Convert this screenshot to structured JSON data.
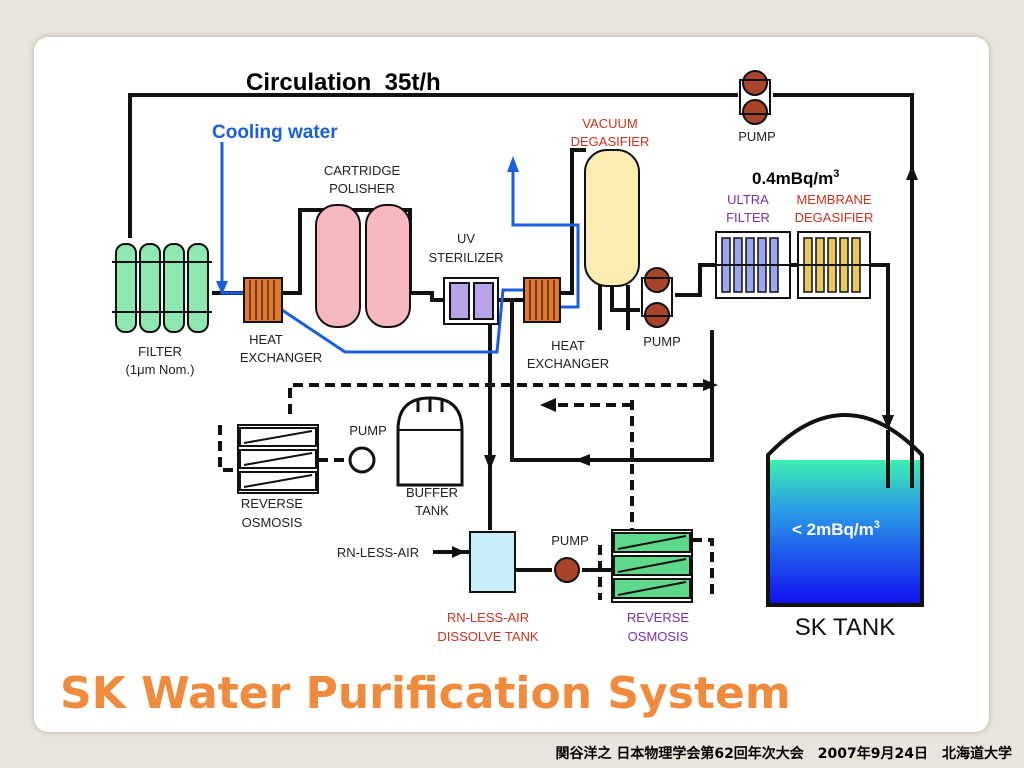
{
  "labels": {
    "circulation": "Circulation  35t/h",
    "cooling_water": "Cooling water",
    "cartridge_polisher_1": "CARTRIDGE",
    "cartridge_polisher_2": "POLISHER",
    "uv_sterilizer_1": "UV",
    "uv_sterilizer_2": "STERILIZER",
    "vacuum_degasifier_1": "VACUUM",
    "vacuum_degasifier_2": "DEGASIFIER",
    "pump_top": "PUMP",
    "concentration_upper": "0.4mBq/m",
    "concentration_upper_sup": "3",
    "ultra_filter_1": "ULTRA",
    "ultra_filter_2": "FILTER",
    "membrane_degasifier_1": "MEMBRANE",
    "membrane_degasifier_2": "DEGASIFIER",
    "filter_1": "FILTER",
    "filter_2": "(1μm Nom.)",
    "heat_exchanger_left_1": "HEAT",
    "heat_exchanger_left_2": "EXCHANGER",
    "heat_exchanger_right_1": "HEAT",
    "heat_exchanger_right_2": "EXCHANGER",
    "pump_mid": "PUMP",
    "pump_buffer": "PUMP",
    "reverse_osmosis_left_1": "REVERSE",
    "reverse_osmosis_left_2": "OSMOSIS",
    "buffer_tank_1": "BUFFER",
    "buffer_tank_2": "TANK",
    "rn_less_air": "RN-LESS-AIR",
    "pump_bottom": "PUMP",
    "dissolve_tank_1": "RN-LESS-AIR",
    "dissolve_tank_2": "DISSOLVE TANK",
    "reverse_osmosis_right_1": "REVERSE",
    "reverse_osmosis_right_2": "OSMOSIS",
    "concentration_tank": "< 2mBq/m",
    "concentration_tank_sup": "3",
    "sk_tank": "SK TANK"
  },
  "title": "SK Water Purification System",
  "footer": "関谷洋之 日本物理学会第62回年次大会　2007年9月24日　北海道大学",
  "colors": {
    "title": "#f08a3c",
    "cooling_line": "#1a5fe0",
    "component_label_red": "#c8341c",
    "component_label_purple": "#7a2fb0",
    "water": "#1a2ff0",
    "filter": "#8fe8b0",
    "polisher": "#f7b8c0",
    "degasifier": "#fbeeb0",
    "heat_exchanger": "#e07a2a",
    "pump": "#a8442a"
  }
}
